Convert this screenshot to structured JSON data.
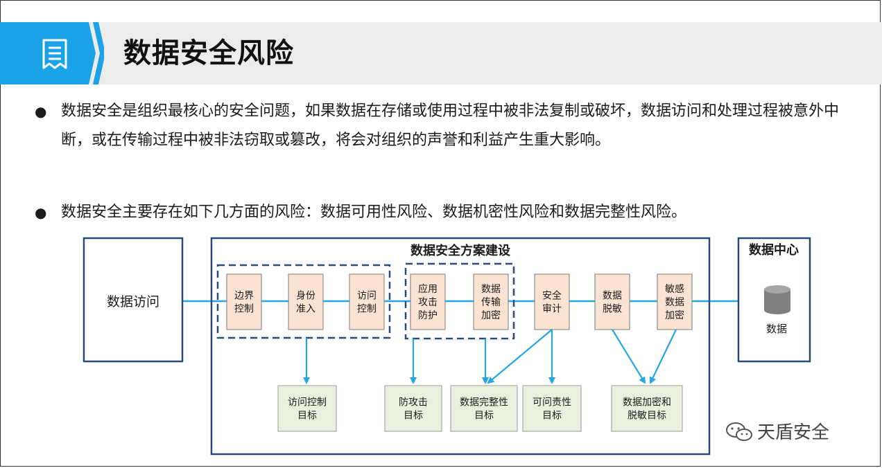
{
  "title": "数据安全风险",
  "bullets": [
    "数据安全是组织最核心的安全问题，如果数据在存储或使用过程中被非法复制或破坏，数据访问和处理过程被意外中断，或在传输过程中被非法窃取或篡改，将会对组织的声誉和利益产生重大影响。",
    "数据安全主要存在如下几方面的风险：数据可用性风险、数据机密性风险和数据完整性风险。"
  ],
  "diagram": {
    "left_box": "数据访问",
    "center_title": "数据安全方案建设",
    "right_title": "数据中心",
    "db_label": "数据",
    "steps": [
      [
        "边界",
        "控制"
      ],
      [
        "身份",
        "准入"
      ],
      [
        "访问",
        "控制"
      ],
      [
        "应用",
        "攻击",
        "防护"
      ],
      [
        "数据",
        "传输",
        "加密"
      ],
      [
        "安全",
        "审计"
      ],
      [
        "数据",
        "脱敏"
      ],
      [
        "敏感",
        "数据",
        "加密"
      ]
    ],
    "targets": [
      [
        "访问控制",
        "目标"
      ],
      [
        "防攻击",
        "目标"
      ],
      [
        "数据完整性",
        "目标"
      ],
      [
        "可问责性",
        "目标"
      ],
      [
        "数据加密和",
        "脱敏目标"
      ]
    ]
  },
  "colors": {
    "accent": "#1aa3e8",
    "step_fill": "#fbe3d4",
    "target_fill": "#e9f1de",
    "frame_border": "#2b4a7a",
    "arrow": "#23a6e6"
  },
  "watermark": "天盾安全",
  "icons": [
    "document-icon",
    "chevron-icon",
    "database-icon",
    "wechat-icon"
  ]
}
